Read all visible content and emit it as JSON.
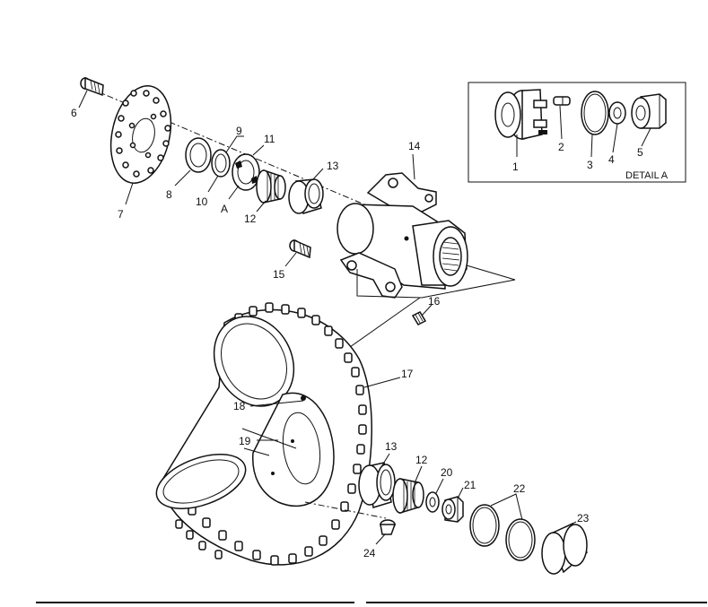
{
  "diagram": {
    "callouts": {
      "c1": "1",
      "c2": "2",
      "c3": "3",
      "c4": "4",
      "c5": "5",
      "c6": "6",
      "c7": "7",
      "c8": "8",
      "c9": "9",
      "c10": "10",
      "c11": "11",
      "c12a": "12",
      "c13a": "13",
      "c14": "14",
      "c15": "15",
      "c16": "16",
      "c17": "17",
      "c18": "18",
      "c19": "19",
      "c13b": "13",
      "c12b": "12",
      "c20": "20",
      "c21": "21",
      "c22": "22",
      "c23": "23",
      "c24": "24",
      "cA": "A"
    },
    "detail_label": "DETAIL A"
  }
}
